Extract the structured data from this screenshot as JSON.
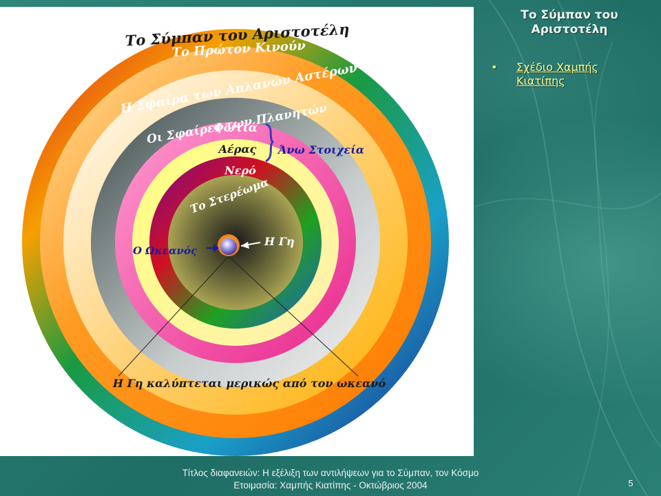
{
  "slide": {
    "title_line1": "Το Σύμπαν του",
    "title_line2": "Αριστοτέλη",
    "bullets": [
      {
        "line1": "Σχέδιο Χαμπής",
        "line2": "Κιατίπης"
      }
    ],
    "footer_line1": "Τίτλος διαφανειών: Η εξέλιξη των αντιλήψεων για το Σύμπαν, τον Κόσμο",
    "footer_line2": "Ετοιμασία: Χαμπής Κιατίπης  - Οκτώβριος 2004",
    "page_number": "5"
  },
  "diagram": {
    "ring_labels": {
      "universe": "Το Σύμπαν του Αριστοτέλη",
      "prime_mover": "Το Πρώτον Κινούν",
      "fixed_stars": "Η Σφαίρα των Απλανών Αστέρων",
      "planets": "Οι Σφαίρες των Πλανητών",
      "firmament": "Το Στερέωμα"
    },
    "elements": {
      "fire": "Φωτιά",
      "air": "Αέρας",
      "water": "Νερό",
      "upper_elements": "Άνω Στοιχεία"
    },
    "center": {
      "ocean": "Ο Ωκεανός",
      "earth": "Η Γη",
      "caption": "Η Γη καλύπτεται μερικώς από τον ωκεανό"
    }
  },
  "colors": {
    "background": "#2a7d73",
    "title_text": "#f2f5f0",
    "bullet_text": "#fff78a",
    "planets_ring": "#e83ea2",
    "fixed_stars_ring": "#5e6a6a",
    "water_band": "#8a1290"
  }
}
